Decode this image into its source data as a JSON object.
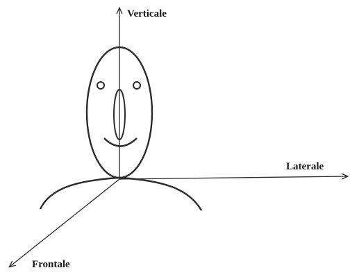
{
  "diagram": {
    "axes": {
      "vertical": "Verticale",
      "lateral": "Laterale",
      "frontal": "Frontale"
    },
    "stroke_color": "#2b2b2b"
  }
}
